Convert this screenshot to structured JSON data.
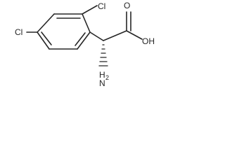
{
  "molecule": {
    "atoms": {
      "cl_top": "Cl",
      "cl_left": "Cl",
      "oh": "OH",
      "o": "O",
      "n": "N",
      "h": "H",
      "h2_sub": "2"
    }
  }
}
